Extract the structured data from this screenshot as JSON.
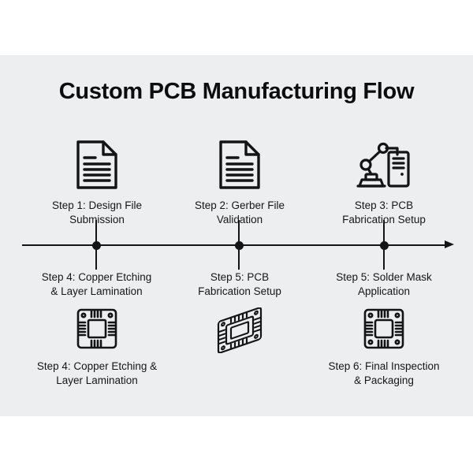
{
  "page": {
    "title": "Custom PCB Manufacturing Flow",
    "background_color": "#ffffff",
    "card_color": "#eceef0",
    "ink_color": "#141414"
  },
  "timeline": {
    "name": "horizontal-timeline-axis",
    "direction": "left-to-right",
    "node_count": 3,
    "arrow": "right-arrow"
  },
  "top_row": [
    {
      "icon": "document-file-icon",
      "label": "Step 1: Design File\nSubmission"
    },
    {
      "icon": "document-file-icon",
      "label": "Step 2: Gerber File\nValidation"
    },
    {
      "icon": "robot-arm-machine-icon",
      "label": "Step 3: PCB\nFabrication Setup"
    }
  ],
  "middle_row": [
    {
      "label": "Step 4: Copper Etching\n& Layer Lamination"
    },
    {
      "label": "Step 5: PCB\nFabrication Setup"
    },
    {
      "label": "Step 5: Solder Mask\nApplication"
    }
  ],
  "bottom_row": [
    {
      "icon": "microchip-icon",
      "label": "Step 4: Copper Etching &\nLayer Lamination"
    },
    {
      "icon": "isometric-pcb-chip-icon",
      "label": ""
    },
    {
      "icon": "microchip-icon",
      "label": "Step 6: Final Inspection\n& Packaging"
    }
  ]
}
